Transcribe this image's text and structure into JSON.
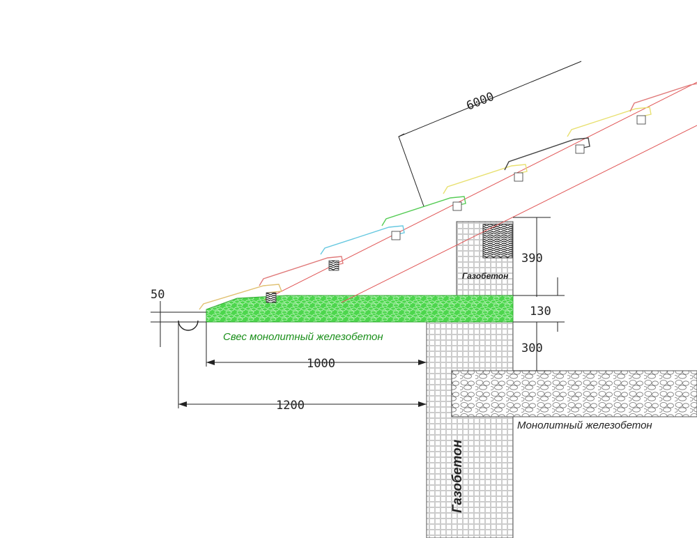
{
  "dimensions": {
    "rafter_length": "6000",
    "overhang_offset": "50",
    "wall_block_height": "390",
    "slab_thickness": "130",
    "wall_top_height": "300",
    "overhang_width": "1000",
    "gutter_overhang": "1200"
  },
  "labels": {
    "overhang_slab": "Свес монолитный железобетон",
    "floor_slab": "Монолитный железобетон",
    "upper_block": "Газобетон",
    "wall": "Газобетон"
  },
  "colors": {
    "slab_green": "#4cd64c",
    "rafter_red": "#e05555",
    "tile_colors": [
      "#e07a7a",
      "#e0c070",
      "#66c8e0",
      "#55cc55",
      "#e8e070",
      "#444444",
      "#e8e070",
      "#e07a7a"
    ]
  }
}
